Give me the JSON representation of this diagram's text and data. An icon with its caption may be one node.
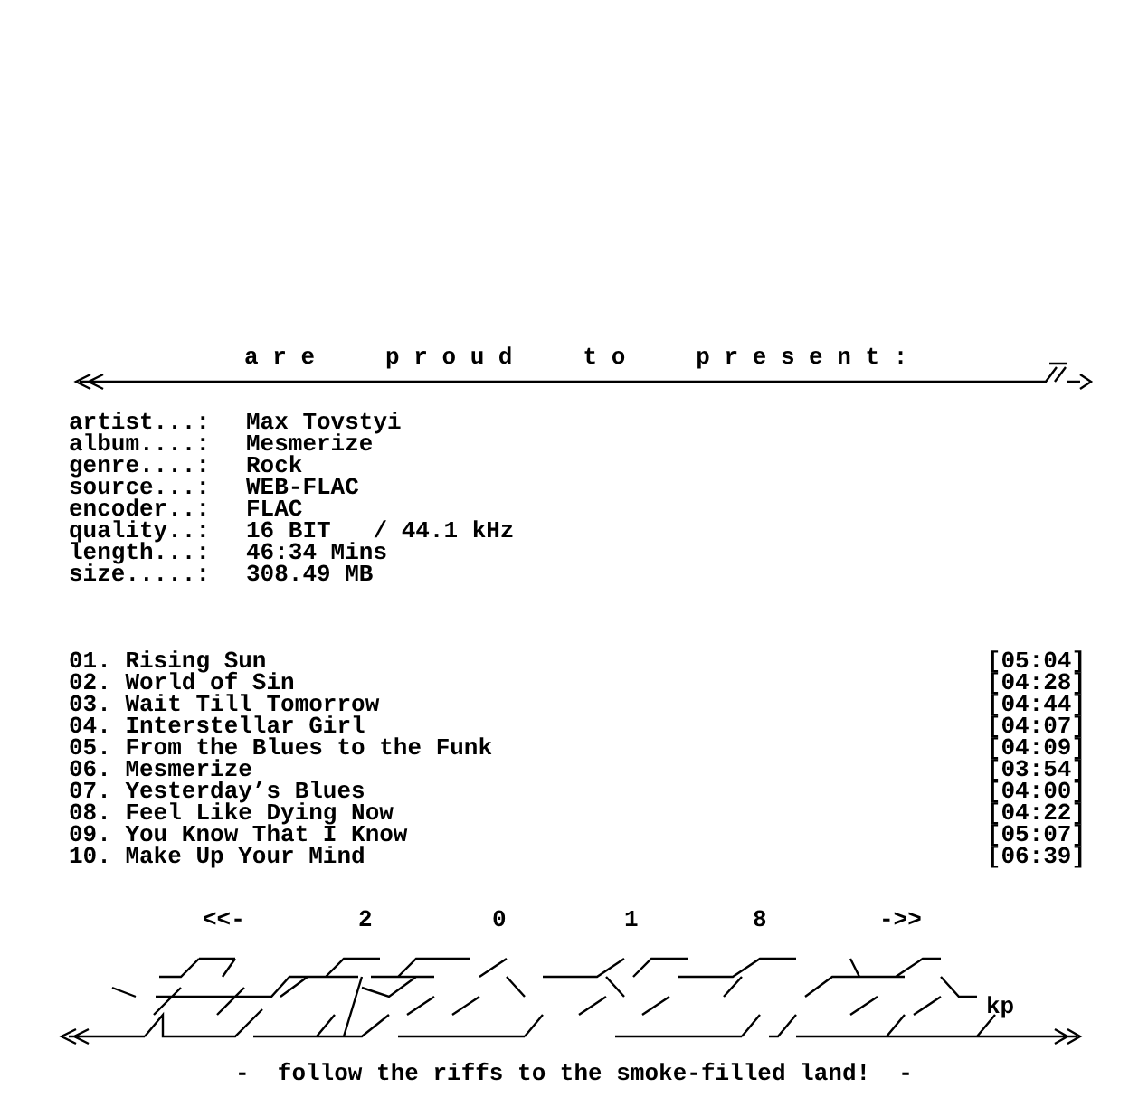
{
  "diagram": {
    "labels": [
      "a r e     p r o u d     t o     p r e s e n t :",
      "artist...:",
      "Max Tovstyi",
      "album....:",
      "Mesmerize",
      "genre....:",
      "Rock",
      "source...:",
      "WEB-FLAC",
      "encoder..:",
      "FLAC",
      "quality..:",
      "16 BIT   / 44.1 kHz",
      "length...:",
      "46:34 Mins",
      "size.....:",
      "308.49 MB",
      "01. Rising Sun",
      "[05:04]",
      "02. World of Sin",
      "[04:28]",
      "03. Wait Till Tomorrow",
      "[04:44]",
      "04. Interstellar Girl",
      "[04:07]",
      "05. From the Blues to the Funk",
      "[04:09]",
      "06. Mesmerize",
      "[03:54]",
      "07. Yesterday’s Blues",
      "[04:00]",
      "08. Feel Like Dying Now",
      "[04:22]",
      "09. You Know That I Know",
      "[05:07]",
      "10. Make Up Your Mind",
      "[06:39]",
      "<<-",
      "2",
      "0",
      "1",
      "8",
      "->>",
      "kp",
      "-  follow the riffs to the smoke-filled land!  -"
    ]
  }
}
